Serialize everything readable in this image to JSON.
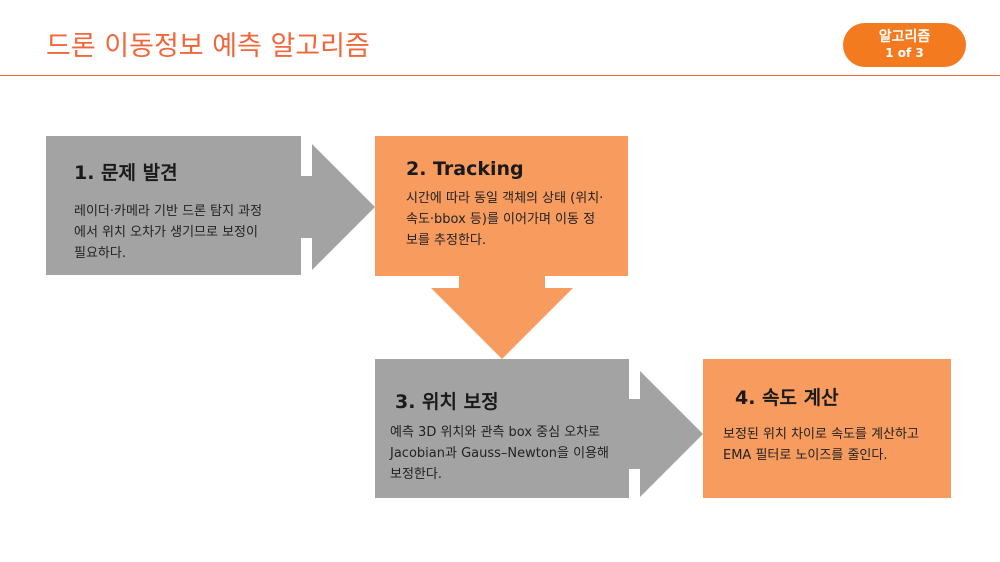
{
  "title": "드론 이동정보 예측 알고리즘",
  "badge": {
    "label": "알고리즘",
    "page": "1 of 3"
  },
  "colors": {
    "accent": "#F0673B",
    "badge": "#F47A20",
    "gray": "#A3A3A3",
    "orange": "#F79B5F"
  },
  "steps": [
    {
      "title": "1. 문제 발견",
      "text": "레이더·카메라 기반 드론 탐지 과정에서 위치 오차가 생기므로 보정이 필요하다."
    },
    {
      "title": "2. Tracking",
      "text": "시간에 따라 동일 객체의 상태 (위치·속도·bbox 등)를 이어가며 이동 정보를 추정한다."
    },
    {
      "title": "3. 위치 보정",
      "text": "예측 3D 위치와 관측 box 중심 오차로 Jacobian과 Gauss–Newton을 이용해 보정한다."
    },
    {
      "title": "4. 속도 계산",
      "text": "보정된 위치 차이로 속도를 계산하고 EMA 필터로 노이즈를 줄인다."
    }
  ]
}
